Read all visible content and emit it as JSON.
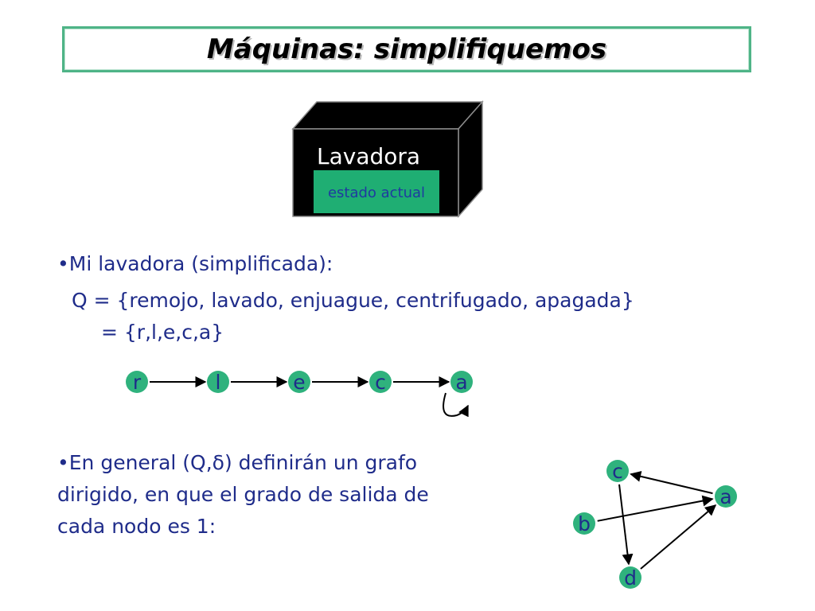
{
  "title": "Máquinas: simplifiquemos",
  "machine": {
    "label": "Lavadora",
    "state_label": "estado actual",
    "colors": {
      "box": "#000000",
      "edge": "#8c8c8c",
      "state": "#1fae73",
      "state_text": "#1f3aa0",
      "label_text": "#ffffff"
    }
  },
  "bullet1": {
    "line1": "•Mi lavadora (simplificada):",
    "line2": "Q = {remojo, lavado, enjuague, centrifugado, apagada}",
    "line3": "= {r,l,e,c,a}"
  },
  "chain": {
    "nodes": [
      "r",
      "l",
      "e",
      "c",
      "a"
    ],
    "edges": [
      {
        "from": "r",
        "to": "l"
      },
      {
        "from": "l",
        "to": "e"
      },
      {
        "from": "e",
        "to": "c"
      },
      {
        "from": "c",
        "to": "a"
      },
      {
        "from": "a",
        "to": "a"
      }
    ]
  },
  "bullet2": {
    "line1": "•En general (Q,δ) definirán un grafo",
    "line2": "dirigido, en que el grado de salida de",
    "line3": "cada nodo es 1:"
  },
  "graph": {
    "nodes": [
      "c",
      "a",
      "b",
      "d"
    ],
    "edges": [
      {
        "from": "a",
        "to": "c"
      },
      {
        "from": "b",
        "to": "a"
      },
      {
        "from": "c",
        "to": "d"
      },
      {
        "from": "d",
        "to": "a"
      }
    ]
  },
  "colors": {
    "node_fill": "#2fb27d",
    "node_text": "#1f2c8a",
    "text": "#1f2c8a",
    "title_border": "#4fb487"
  }
}
